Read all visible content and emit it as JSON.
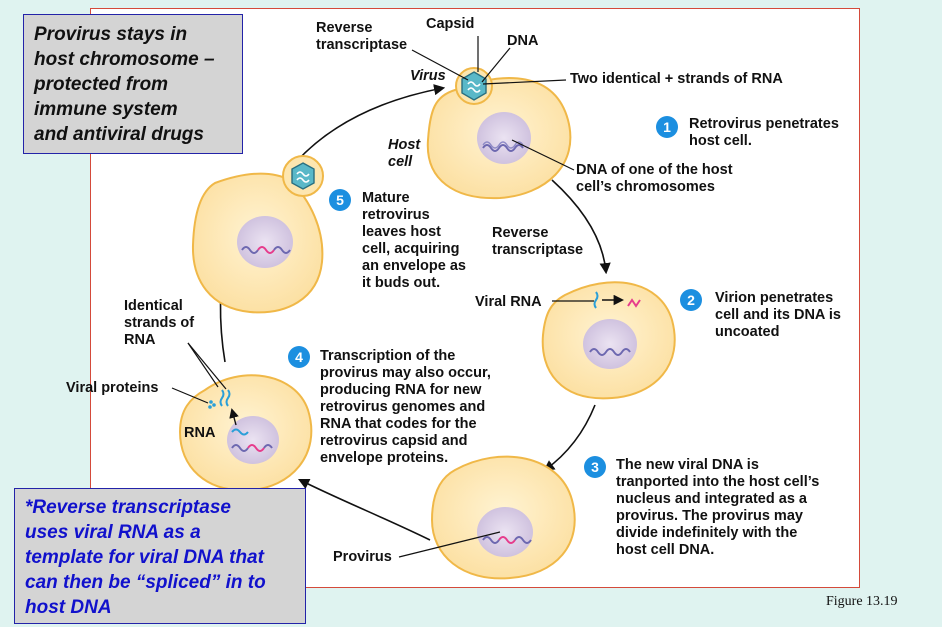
{
  "callouts": {
    "top": "Provirus stays in\nhost chromosome –\nprotected from\nimmune system\nand antiviral drugs",
    "bottom": "*Reverse transcriptase\nuses viral RNA as a\ntemplate for viral DNA that\ncan then be “spliced” in to\nhost DNA"
  },
  "labels": {
    "reverse_transcriptase_top": "Reverse\ntranscriptase",
    "capsid": "Capsid",
    "dna": "DNA",
    "virus": "Virus",
    "two_strands": "Two identical + strands of RNA",
    "host_cell": "Host\ncell",
    "host_dna": "DNA of one of the host\ncell’s chromosomes",
    "reverse_transcriptase_mid": "Reverse\ntranscriptase",
    "viral_rna": "Viral RNA",
    "identical_strands": "Identical\nstrands of\nRNA",
    "viral_proteins": "Viral proteins",
    "rna": "RNA",
    "provirus": "Provirus"
  },
  "steps": [
    {
      "number": "1",
      "text": "Retrovirus penetrates\nhost cell."
    },
    {
      "number": "2",
      "text": "Virion penetrates\ncell and its DNA is\nuncoated"
    },
    {
      "number": "3",
      "text": "The new viral DNA is\ntranported into the host cell’s\nnucleus and integrated as a\nprovirus. The provirus may\ndivide indefinitely with the\nhost cell DNA."
    },
    {
      "number": "4",
      "text": "Transcription of the\nprovirus may also occur,\nproducing RNA for new\nretrovirus genomes and\nRNA that codes for the\nretrovirus capsid and\nenvelope proteins."
    },
    {
      "number": "5",
      "text": "Mature\nretrovirus\nleaves host\ncell, acquiring\nan envelope as\nit buds out."
    }
  ],
  "figure_label": "Figure 13.19",
  "colors": {
    "cell_fill": "#fde6b0",
    "cell_stroke": "#f0b848",
    "nucleus_fill": "#dcd0e8",
    "host_dna": "#6d68b0",
    "viral_dna": "#e63c8c",
    "viral_rna": "#2a9fd8",
    "step_badge": "#1c8fe0",
    "panel_border": "#d44a3a",
    "background": "#dff3f0"
  }
}
